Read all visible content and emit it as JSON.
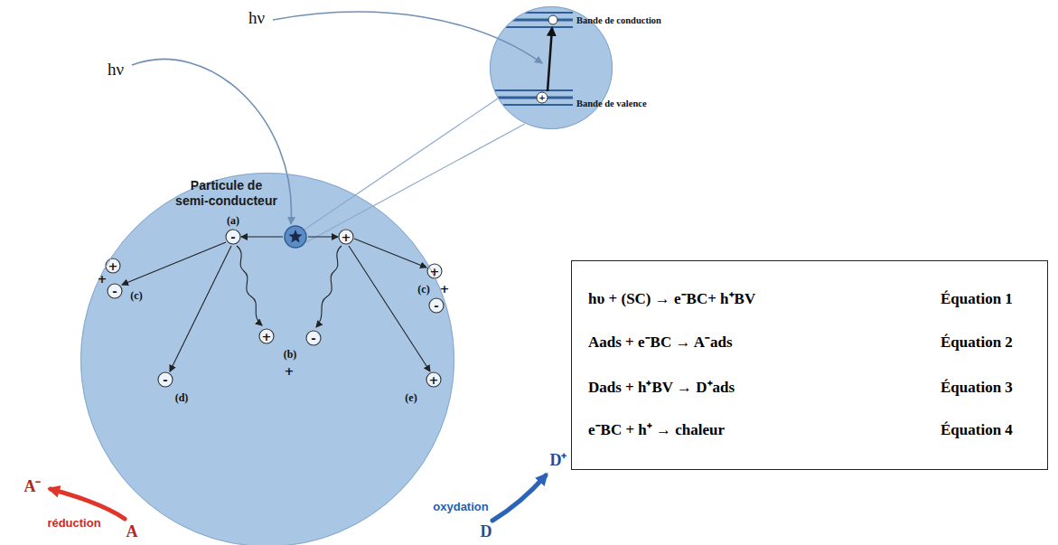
{
  "diagram": {
    "nodes": [
      {
        "text": [
          "Particule de semi-conducteur"
        ]
      },
      {
        "text": [
          "Bande de conduction",
          "Bande de valence"
        ]
      },
      {
        "text": [
          "hυ + (SC) → e⁻BC+ h⁺BV",
          "Équation 1",
          "Aads + e⁻BC → A⁻ads",
          "Équation 2",
          "Dads + h⁺BV → D⁺ads",
          "Équation 3",
          "e⁻BC + h⁺ → chaleur",
          "Équation 4"
        ]
      }
    ],
    "labels": [
      "hν",
      "hν",
      "(a)",
      "-",
      "+",
      "+",
      "+",
      "-",
      "(c)",
      "(c)",
      "+",
      "+",
      "-",
      "+",
      "-",
      "(b)",
      "+",
      "-",
      "(d)",
      "+",
      "(e)",
      "+",
      "A⁻",
      "réduction",
      "A",
      "D⁺",
      "oxydation",
      "D"
    ]
  }
}
